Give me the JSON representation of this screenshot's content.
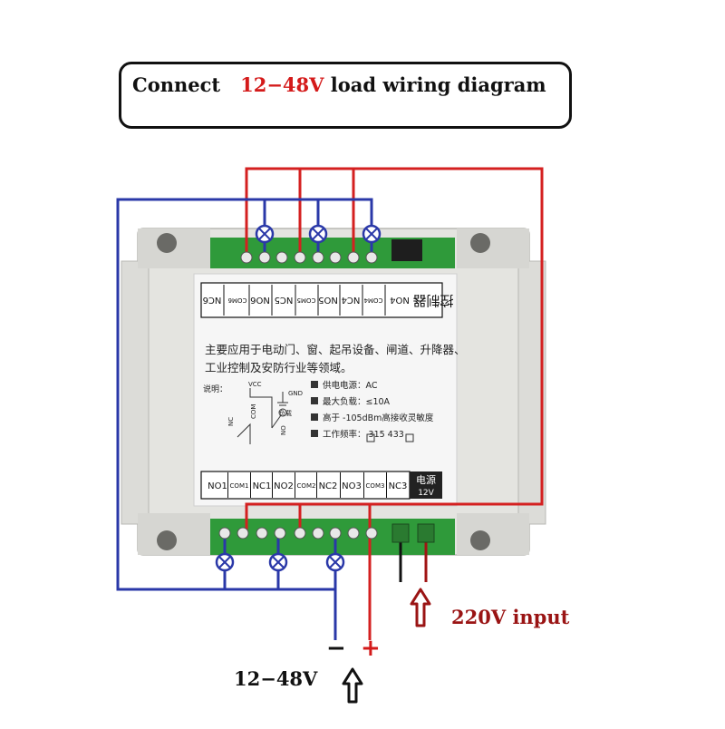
{
  "title": {
    "prefix": "Connect",
    "voltage": "12−48V",
    "suffix": "load wiring diagram"
  },
  "top_terminals": [
    "NO4",
    "COM4",
    "NC4",
    "NO5",
    "COM5",
    "NC5",
    "NO6",
    "COM6",
    "NC6"
  ],
  "brand_label": "控制器",
  "bottom_terminals": [
    "NO1",
    "COM1",
    "NC1",
    "NO2",
    "COM2",
    "NC2",
    "NO3",
    "COM3",
    "NC3"
  ],
  "power_label": {
    "line1": "电源",
    "line2": "12V"
  },
  "description": {
    "line1": "主要应用于电动门、窗、起吊设备、闸道、升降器、",
    "line2": "工业控制及安防行业等领域。",
    "note_label": "说明：",
    "vcc": "VCC",
    "gnd": "GND",
    "nc": "NC",
    "com": "COM",
    "no": "NO",
    "load": "负载"
  },
  "specs": [
    "供电电源：AC",
    "最大负载：≤10A",
    "高于 -105dBm高接收灵敏度",
    "工作频率：  315     433"
  ],
  "labels": {
    "power_input": "220V input",
    "dc_voltage": "12−48V",
    "minus": "−",
    "plus": "+"
  },
  "colors": {
    "red_wire": "#d42020",
    "blue_wire": "#2a38a8",
    "black_wire": "#111111",
    "dark_red_wire": "#a01414",
    "board": "#2f9a3a",
    "case": "#e6e6e2"
  }
}
